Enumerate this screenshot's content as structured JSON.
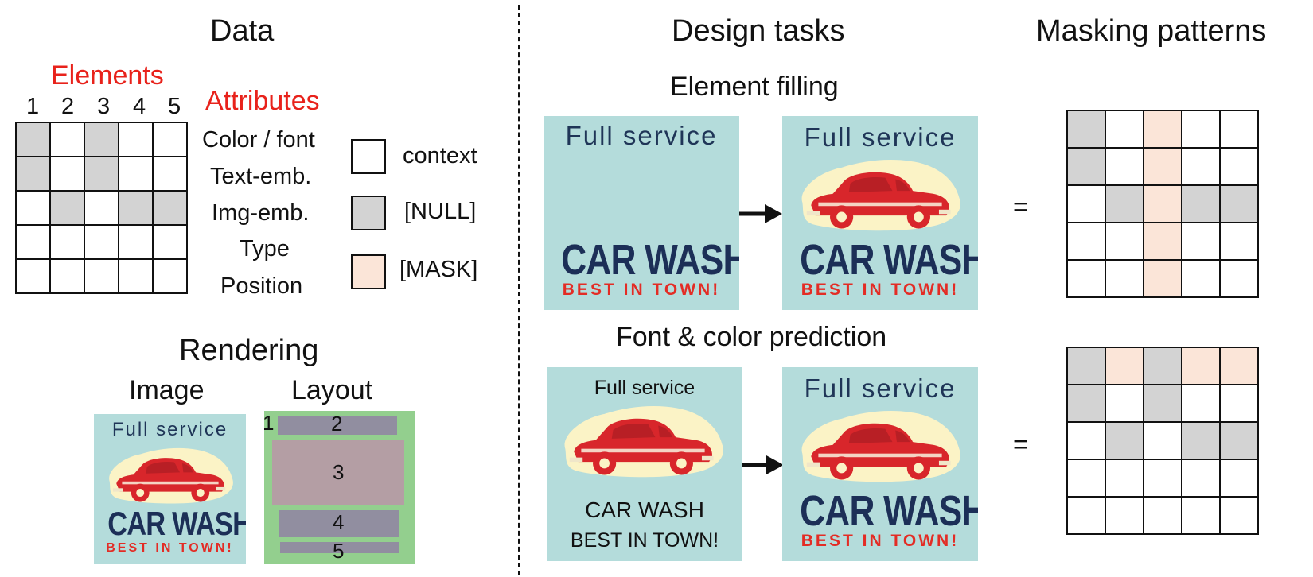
{
  "data_section": {
    "title": "Data",
    "elements_label": "Elements",
    "attributes_label": "Attributes",
    "element_numbers": [
      "1",
      "2",
      "3",
      "4",
      "5"
    ],
    "attributes": [
      "Color / font",
      "Text-emb.",
      "Img-emb.",
      "Type",
      "Position"
    ],
    "legend": [
      {
        "label": "context",
        "state": "context"
      },
      {
        "label": "[NULL]",
        "state": "null"
      },
      {
        "label": "[MASK]",
        "state": "mask"
      }
    ],
    "matrix": [
      [
        "null",
        "context",
        "null",
        "context",
        "context"
      ],
      [
        "null",
        "context",
        "null",
        "context",
        "context"
      ],
      [
        "context",
        "null",
        "context",
        "null",
        "null"
      ],
      [
        "context",
        "context",
        "context",
        "context",
        "context"
      ],
      [
        "context",
        "context",
        "context",
        "context",
        "context"
      ]
    ]
  },
  "rendering_section": {
    "title": "Rendering",
    "image_label": "Image",
    "layout_label": "Layout",
    "layout_numbers": [
      "1",
      "2",
      "3",
      "4",
      "5"
    ]
  },
  "design_tasks": {
    "title": "Design tasks",
    "element_filling_label": "Element filling",
    "font_color_label": "Font & color prediction",
    "equals": "="
  },
  "masking_patterns": {
    "title": "Masking patterns",
    "pattern_1": [
      [
        "null",
        "context",
        "mask",
        "context",
        "context"
      ],
      [
        "null",
        "context",
        "mask",
        "context",
        "context"
      ],
      [
        "context",
        "null",
        "mask",
        "null",
        "null"
      ],
      [
        "context",
        "context",
        "mask",
        "context",
        "context"
      ],
      [
        "context",
        "context",
        "mask",
        "context",
        "context"
      ]
    ],
    "pattern_2": [
      [
        "null",
        "mask",
        "null",
        "mask",
        "mask"
      ],
      [
        "null",
        "context",
        "null",
        "context",
        "context"
      ],
      [
        "context",
        "null",
        "context",
        "null",
        "null"
      ],
      [
        "context",
        "context",
        "context",
        "context",
        "context"
      ],
      [
        "context",
        "context",
        "context",
        "context",
        "context"
      ]
    ]
  },
  "poster": {
    "service": "Full service",
    "wash": "CAR WASH",
    "best": "BEST IN TOWN!"
  },
  "colors": {
    "context": "#ffffff",
    "null": "#d3d3d3",
    "mask": "#fbe5d8",
    "poster_bg": "#b4dcdb",
    "layout_bg": "#93cf8e",
    "layout_box": "#918ea0",
    "layout_image_box": "#b49ea4",
    "accent_red": "#e8221b"
  }
}
